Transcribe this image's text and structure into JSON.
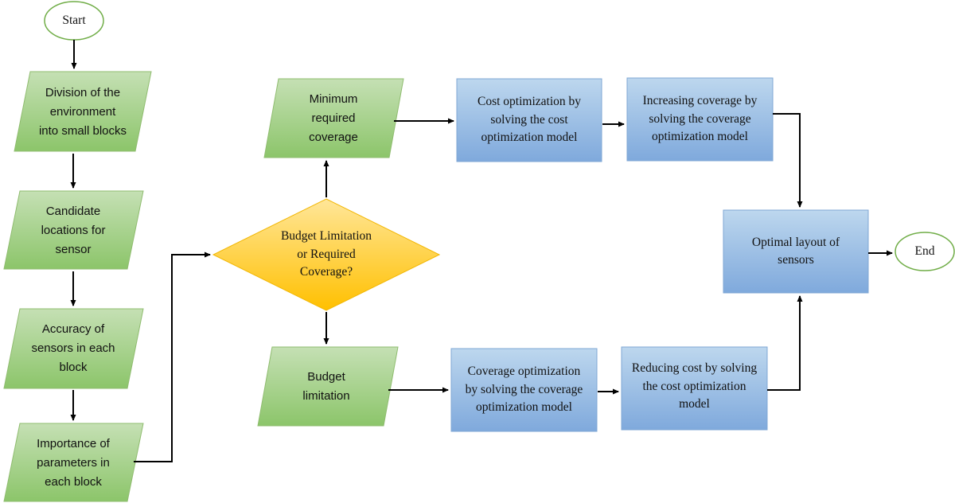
{
  "colors": {
    "parallelogram_fill": "#a9d18e",
    "parallelogram_stroke": "#8fbc6f",
    "process_fill": "#9dc3e6",
    "process_stroke": "#7fa7d4",
    "decision_fill": "#ffd966",
    "decision_stroke": "#f2b705",
    "terminal_stroke": "#70ad47",
    "arrow": "#000000"
  },
  "nodes": {
    "start": "Start",
    "end": "End",
    "division": "Division of the\nenvironment\ninto small blocks",
    "candidate": "Candidate\nlocations for\nsensor",
    "accuracy": "Accuracy of\nsensors in each\nblock",
    "importance": "Importance of\nparameters in\neach block",
    "decision": "Budget Limitation\nor Required\nCoverage?",
    "min_coverage": "Minimum\nrequired\ncoverage",
    "budget": "Budget\nlimitation",
    "cost_opt": "Cost optimization by\nsolving the cost\noptimization model",
    "inc_cov": "Increasing coverage by\nsolving the coverage\noptimization model",
    "cov_opt": "Coverage optimization\nby solving the coverage\noptimization model",
    "red_cost": "Reducing cost by solving\nthe cost optimization\nmodel",
    "optimal": "Optimal layout of\nsensors"
  }
}
